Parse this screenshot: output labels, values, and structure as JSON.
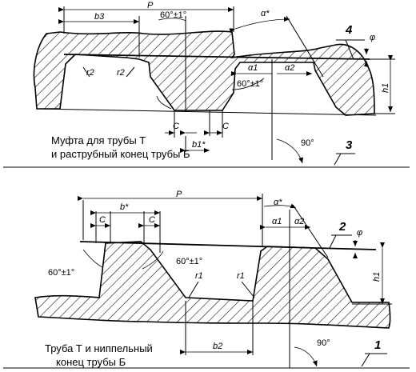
{
  "top": {
    "labels": {
      "P": "P",
      "b3": "b3",
      "angle_flank": "60°±1°",
      "alpha_star": "α*",
      "item4": "4",
      "phi": "φ",
      "r2_left": "r2",
      "r2_right": "r2",
      "alpha1": "α1",
      "alpha2": "α2",
      "angle_flank_right": "60°±1°",
      "h1": "h1",
      "c_left": "C",
      "c_right": "C",
      "b1_star": "b1*",
      "angle90": "90°",
      "item3": "3"
    },
    "caption_line1": "Муфта для трубы Т",
    "caption_line2": "и раструбный конец трубы Б"
  },
  "bottom": {
    "labels": {
      "P": "P",
      "b_star": "b*",
      "c_left": "C",
      "c_right": "C",
      "alpha_star": "α*",
      "alpha1": "α1",
      "alpha2": "α2",
      "item2": "2",
      "phi": "φ",
      "angle_left": "60°±1°",
      "angle_mid": "60°±1°",
      "r1_left": "r1",
      "r1_right": "r1",
      "h1": "h1",
      "b2": "b2",
      "angle90": "90°",
      "item1": "1"
    },
    "caption_line1": "Труба Т и ниппельный",
    "caption_line2": "конец трубы Б"
  }
}
